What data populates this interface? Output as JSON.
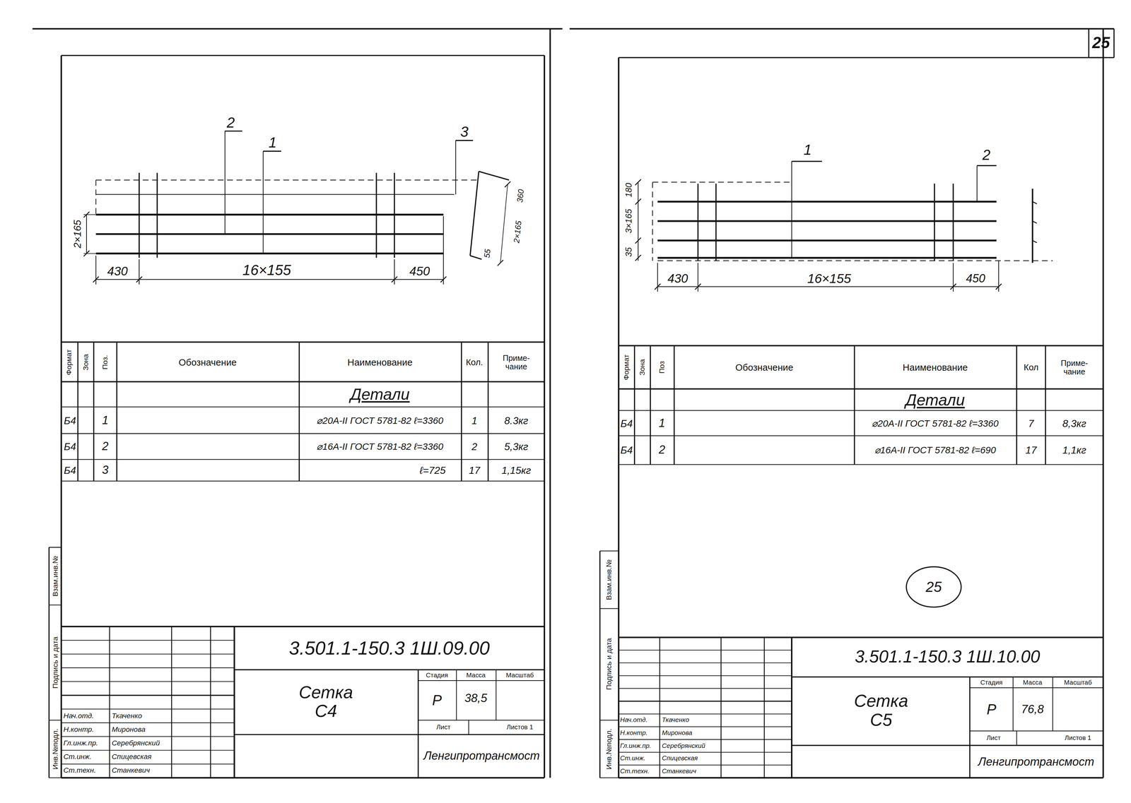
{
  "diagram": {
    "labels": [
      "2",
      "1",
      "3",
      "2×165",
      "430",
      "16×155",
      "450",
      "55",
      "2×165",
      "360",
      "Формат",
      "Зона",
      "Поз.",
      "Обозначение",
      "Наименование",
      "Кол.",
      "Приме- чание",
      "Детали",
      "Б4",
      "1",
      "⌀20А-II ГОСТ 5781-82 ℓ=3360",
      "1",
      "8.3кг",
      "Б4",
      "2",
      "⌀16А-II ГОСТ 5781-82 ℓ=3360",
      "2",
      "5,3кг",
      "Б4",
      "3",
      "ℓ=725",
      "17",
      "1,15кг",
      "Инв.№подл.",
      "Подпись и дата",
      "Взам.инв.№",
      "3.501.1-150.3 1Ш.09.00",
      "Сетка С4",
      "Стадия",
      "Масса",
      "Масштаб",
      "Р",
      "38,5",
      "Лист",
      "Листов 1",
      "Ленгипротрансмост",
      "Нач.отд.",
      "Ткаченко",
      "Н.контр.",
      "Миронова",
      "Гл.инж.пр.",
      "Серебрянский",
      "Ст.инж.",
      "Спицевская",
      "Ст.техн.",
      "Станкевич",
      "25",
      "1",
      "2",
      "35",
      "3×165",
      "180",
      "430",
      "16×155",
      "450",
      "Формат",
      "Зона",
      "Поз",
      "Обозначение",
      "Наименование",
      "Кол",
      "Приме- чание",
      "Детали",
      "Б4",
      "1",
      "⌀20А-II ГОСТ 5781-82 ℓ=3360",
      "7",
      "8,3кг",
      "Б4",
      "2",
      "⌀16А-II ГОСТ 5781-82 ℓ=690",
      "17",
      "1,1кг",
      "25",
      "Инв.№подл.",
      "Подпись и дата",
      "Взам.инв.№",
      "3.501.1-150.3 1Ш.10.00",
      "Сетка С5",
      "Стадия",
      "Масса",
      "Масштаб",
      "Р",
      "76,8",
      "Лист",
      "Листов 1",
      "Ленгипротрансмост",
      "Нач.отд.",
      "Ткаченко",
      "Н.контр.",
      "Миронова",
      "Гл.инж.пр.",
      "Серебрянский",
      "Ст.инж.",
      "Спицевская",
      "Ст.техн.",
      "Станкевич"
    ]
  }
}
